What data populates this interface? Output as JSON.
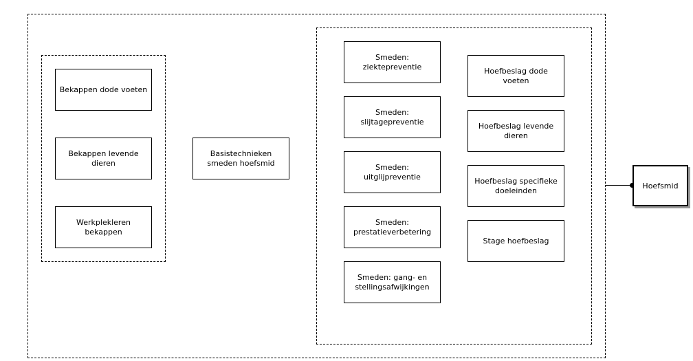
{
  "left_group": [
    "Bekappen dode voeten",
    "Bekappen levende dieren",
    "Werkplekleren bekappen"
  ],
  "middle": "Basistechnieken smeden hoefsmid",
  "right_col1": [
    "Smeden: ziektepreventie",
    "Smeden: slijtagepreventie",
    "Smeden: uitglijpreventie",
    "Smeden: prestatieverbetering",
    "Smeden: gang- en stellingsafwijkingen"
  ],
  "right_col2": [
    "Hoefbeslag dode voeten",
    "Hoefbeslag levende dieren",
    "Hoefbeslag specifieke doeleinden",
    "Stage hoefbeslag"
  ],
  "target": "Hoefsmid"
}
